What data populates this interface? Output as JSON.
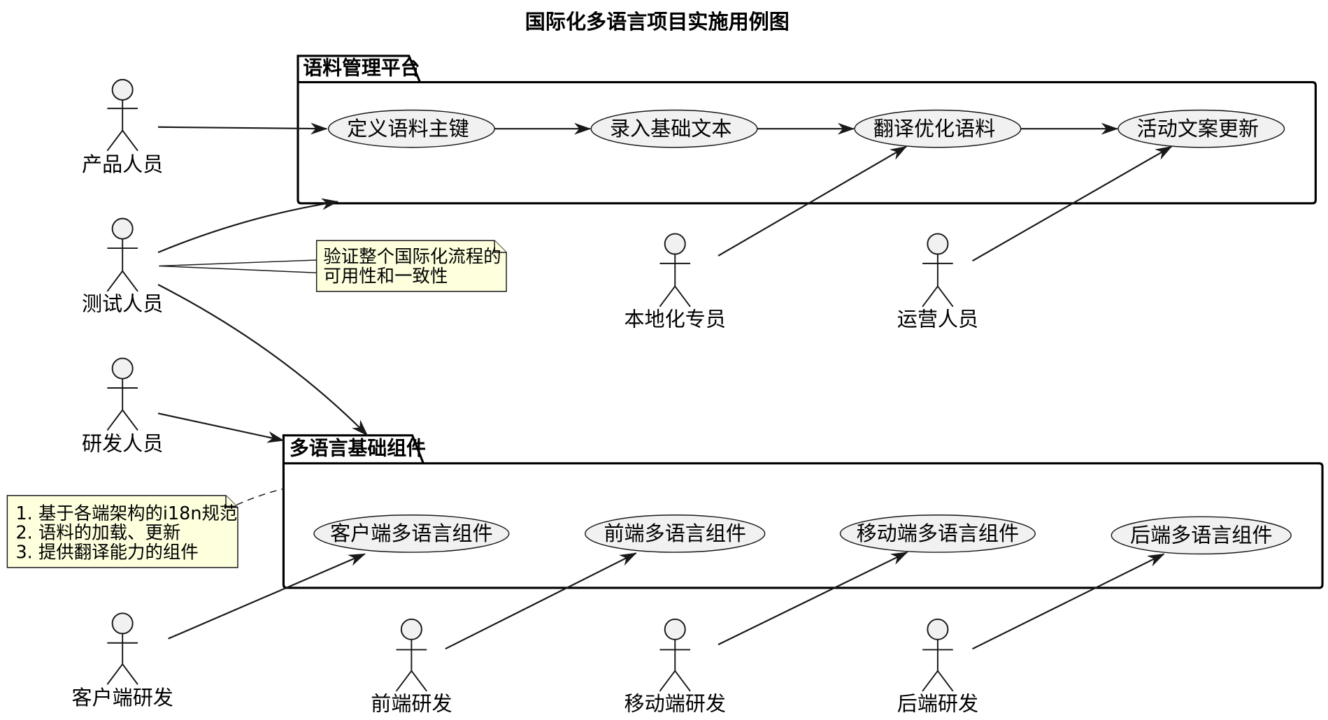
{
  "title": "国际化多语言项目实施用例图",
  "packages": {
    "corpus": {
      "label": "语料管理平台"
    },
    "components": {
      "label": "多语言基础组件"
    }
  },
  "use_cases": {
    "define_key": "定义语料主键",
    "input_text": "录入基础文本",
    "translate": "翻译优化语料",
    "campaign": "活动文案更新",
    "client_comp": "客户端多语言组件",
    "fe_comp": "前端多语言组件",
    "mobile_comp": "移动端多语言组件",
    "be_comp": "后端多语言组件"
  },
  "actors": {
    "product": "产品人员",
    "tester": "测试人员",
    "dev": "研发人员",
    "localization": "本地化专员",
    "ops": "运营人员",
    "client_dev": "客户端研发",
    "fe_dev": "前端研发",
    "mobile_dev": "移动端研发",
    "be_dev": "后端研发"
  },
  "notes": {
    "tester_note": [
      "验证整个国际化流程的",
      "可用性和一致性"
    ],
    "component_note": [
      "1. 基于各端架构的i18n规范",
      "2. 语料的加载、更新",
      "3. 提供翻译能力的组件"
    ]
  }
}
